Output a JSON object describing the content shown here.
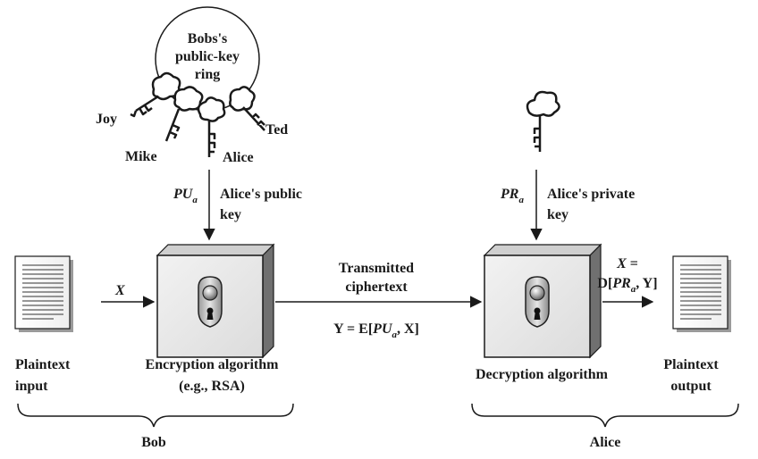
{
  "keyring": {
    "title_lines": [
      "Bobs's",
      "public-key",
      "ring"
    ],
    "owners": [
      "Joy",
      "Mike",
      "Alice",
      "Ted"
    ]
  },
  "public_key": {
    "symbol": "PU",
    "subscript": "a",
    "label_lines": [
      "Alice's public",
      "key"
    ]
  },
  "private_key": {
    "symbol": "PR",
    "subscript": "a",
    "label_lines": [
      "Alice's private",
      "key"
    ]
  },
  "input": {
    "variable": "X",
    "label_lines": [
      "Plaintext",
      "input"
    ]
  },
  "encryption": {
    "label_lines": [
      "Encryption algorithm",
      "(e.g., RSA)"
    ]
  },
  "channel": {
    "label_lines": [
      "Transmitted",
      "ciphertext"
    ],
    "formula": {
      "prefix": "Y = E[",
      "symbol": "PU",
      "subscript": "a",
      "suffix": ", X]"
    }
  },
  "decryption": {
    "label": "Decryption algorithm"
  },
  "output": {
    "formula_line1": "X =",
    "formula_line2": {
      "prefix": "D[",
      "symbol": "PR",
      "subscript": "a",
      "suffix": ", Y]"
    },
    "label_lines": [
      "Plaintext",
      "output"
    ]
  },
  "parties": {
    "left": "Bob",
    "right": "Alice"
  }
}
